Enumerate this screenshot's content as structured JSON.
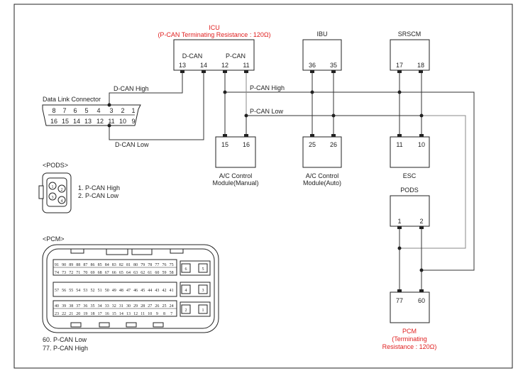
{
  "icu": {
    "title": "ICU",
    "subtitle": "(P-CAN Terminating Resistance : 120Ω)",
    "dcan": "D-CAN",
    "pcan": "P-CAN",
    "pins": [
      "13",
      "14",
      "12",
      "11"
    ]
  },
  "ibu": {
    "title": "IBU",
    "pins": [
      "36",
      "35"
    ]
  },
  "srscm": {
    "title": "SRSCM",
    "pins": [
      "17",
      "18"
    ]
  },
  "dlc": {
    "title": "Data Link Connector",
    "row1": [
      "8",
      "7",
      "6",
      "5",
      "4",
      "3",
      "2",
      "1"
    ],
    "row2": [
      "16",
      "15",
      "14",
      "13",
      "12",
      "11",
      "10",
      "9"
    ]
  },
  "wires": {
    "dcan_high": "D-CAN High",
    "dcan_low": "D-CAN Low",
    "pcan_high": "P-CAN High",
    "pcan_low": "P-CAN Low"
  },
  "ac_manual": {
    "pins": [
      "15",
      "16"
    ],
    "label1": "A/C Control",
    "label2": "Module(Manual)"
  },
  "ac_auto": {
    "pins": [
      "25",
      "26"
    ],
    "label1": "A/C Control",
    "label2": "Module(Auto)"
  },
  "esc": {
    "pins": [
      "11",
      "10"
    ],
    "label": "ESC"
  },
  "pods": {
    "title": "PODS",
    "pins": [
      "1",
      "2"
    ]
  },
  "pcm": {
    "pins": [
      "77",
      "60"
    ],
    "label1": "PCM",
    "label2": "(Terminating",
    "label3": "Resistance : 120Ω)"
  },
  "pods_connector": {
    "title": "<PODS>",
    "legend1": "1. P-CAN High",
    "legend2": "2. P-CAN Low",
    "pins": [
      "1",
      "2",
      "3",
      "4"
    ]
  },
  "pcm_connector": {
    "title": "<PCM>",
    "row1": [
      "91",
      "90",
      "89",
      "88",
      "87",
      "86",
      "85",
      "84",
      "83",
      "82",
      "81",
      "80",
      "79",
      "78",
      "77",
      "76",
      "75"
    ],
    "row2": [
      "74",
      "73",
      "72",
      "71",
      "70",
      "69",
      "68",
      "67",
      "66",
      "65",
      "64",
      "63",
      "62",
      "61",
      "60",
      "59",
      "58"
    ],
    "row3": [
      "57",
      "56",
      "55",
      "54",
      "53",
      "52",
      "51",
      "50",
      "49",
      "48",
      "47",
      "46",
      "45",
      "44",
      "43",
      "42",
      "41"
    ],
    "row4": [
      "40",
      "39",
      "38",
      "37",
      "36",
      "35",
      "34",
      "33",
      "32",
      "31",
      "30",
      "29",
      "28",
      "27",
      "26",
      "25",
      "24"
    ],
    "row5": [
      "23",
      "22",
      "21",
      "20",
      "19",
      "18",
      "17",
      "16",
      "15",
      "14",
      "13",
      "12",
      "11",
      "10",
      "9",
      "8",
      "7"
    ],
    "side": [
      "6",
      "5",
      "4",
      "3",
      "2",
      "1"
    ],
    "legend1": "60. P-CAN Low",
    "legend2": "77. P-CAN High"
  },
  "colors": {
    "accent_red": "#e02020",
    "line": "#333333",
    "gray_line": "#888888"
  }
}
